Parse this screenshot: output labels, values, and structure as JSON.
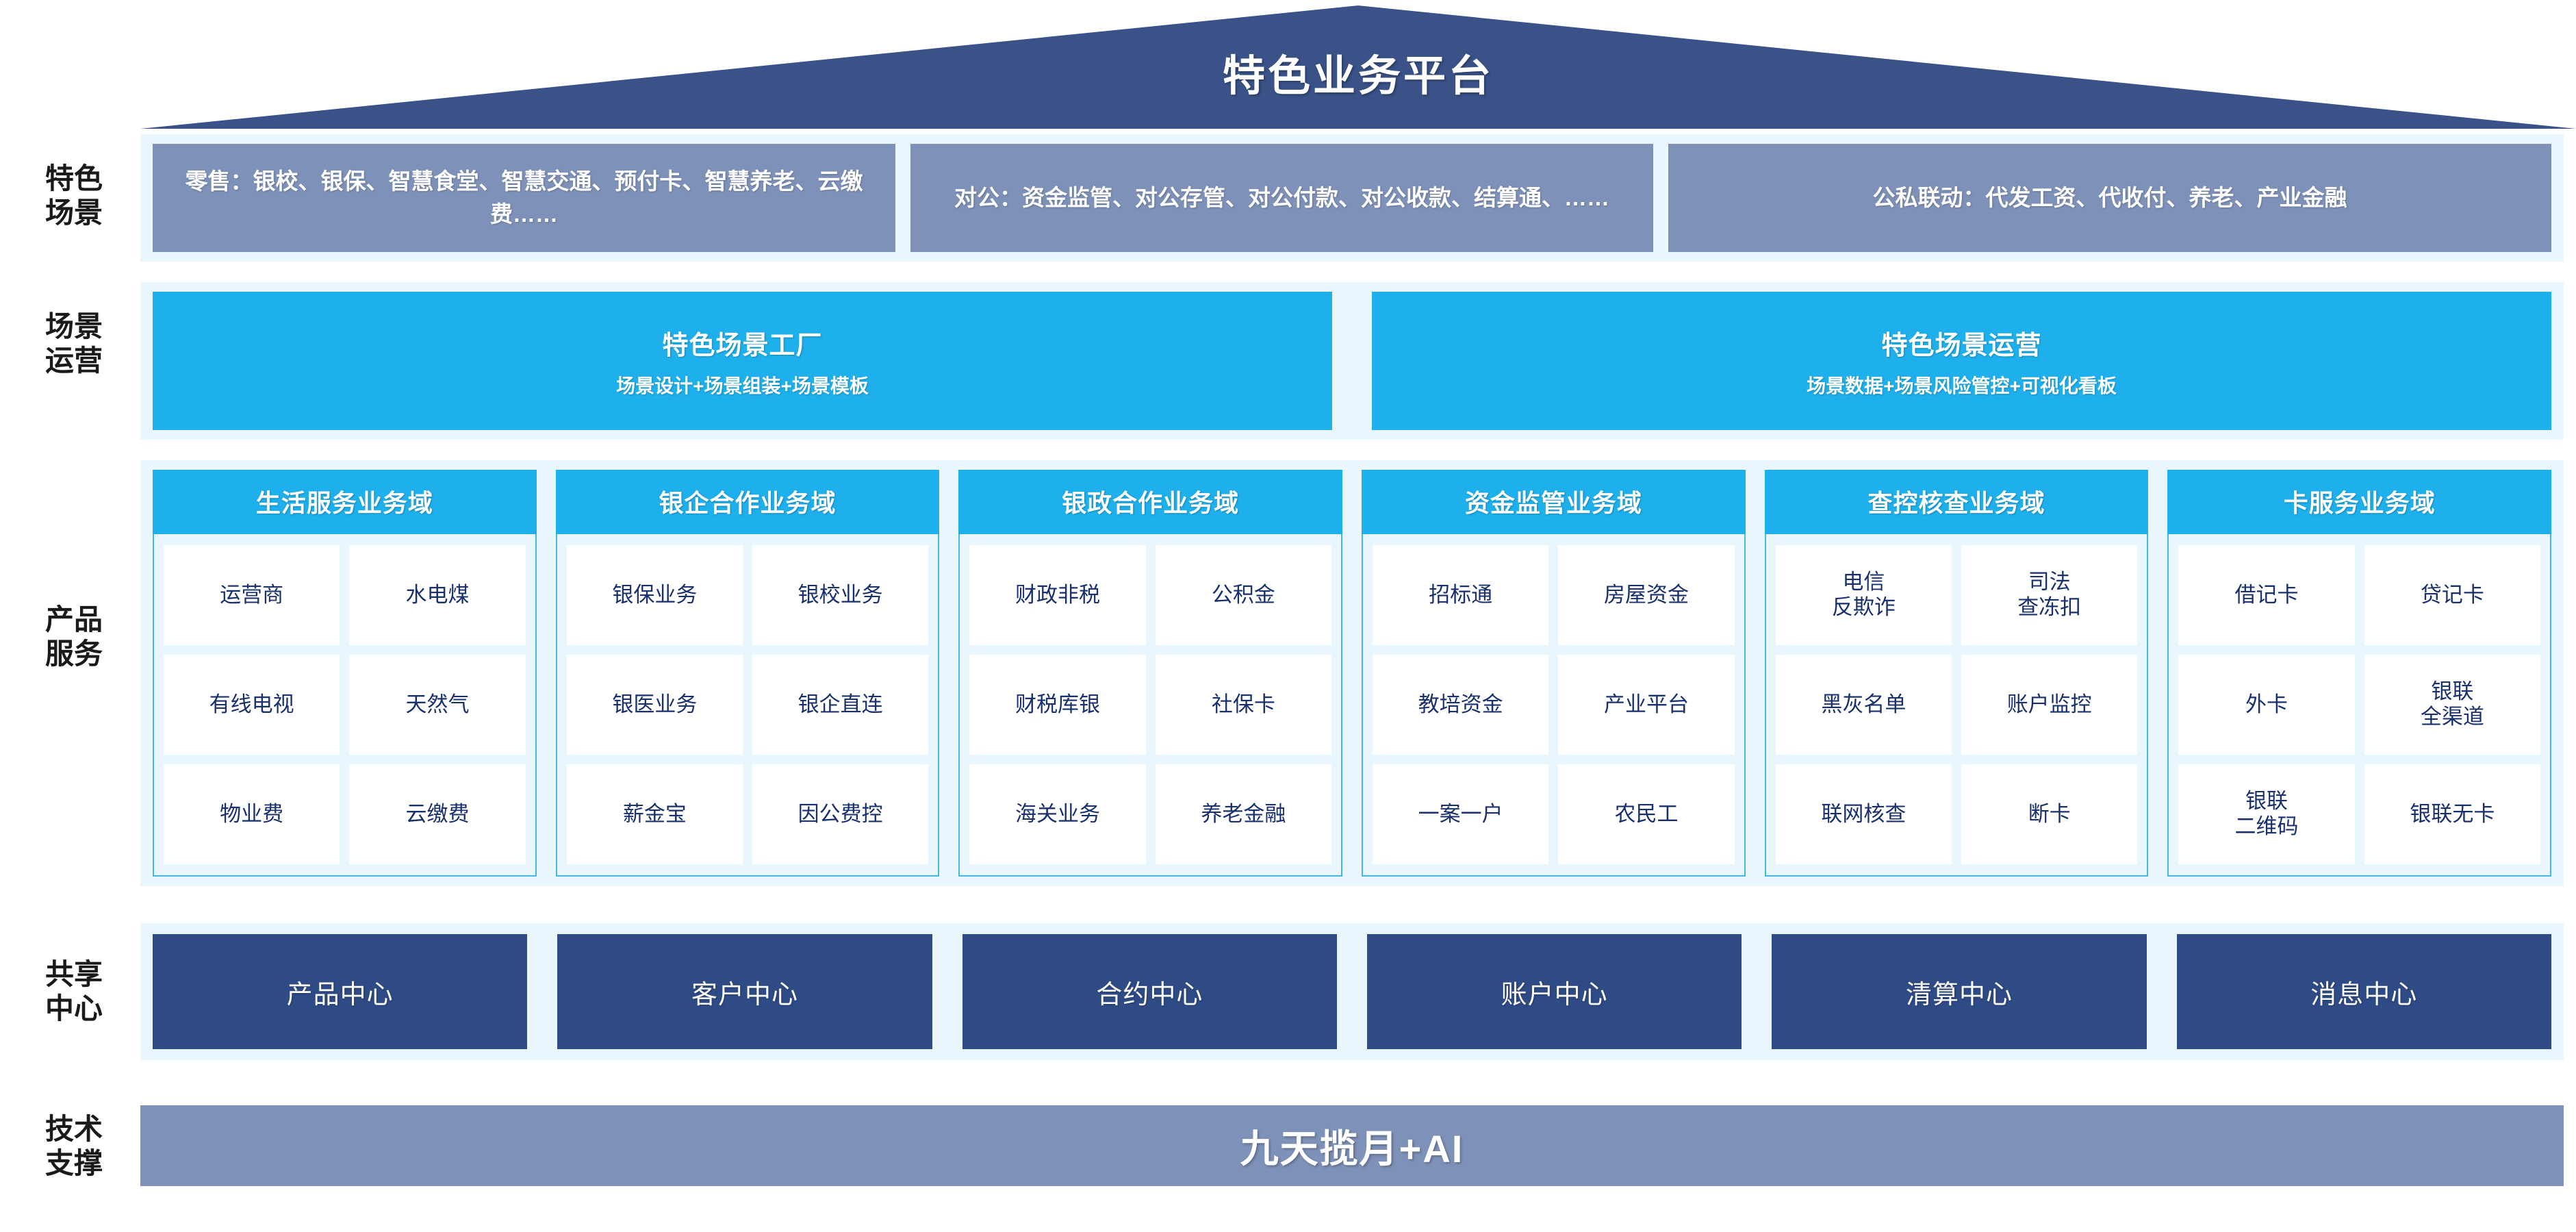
{
  "title": "特色业务平台",
  "row_labels": {
    "scenario": "特色\n场景",
    "operations": "场景\n运营",
    "products": "产品\n服务",
    "shared": "共享\n中心",
    "tech": "技术\n支撑"
  },
  "scenarios": [
    {
      "name": "retail",
      "text": "零售：银校、银保、智慧食堂、智慧交通、预付卡、智慧养老、云缴费……"
    },
    {
      "name": "corporate",
      "text": "对公：资金监管、对公存管、对公付款、对公收款、结算通、……"
    },
    {
      "name": "public-private",
      "text": "公私联动：代发工资、代收付、养老、产业金融"
    }
  ],
  "operations": [
    {
      "title": "特色场景工厂",
      "subtitle": "场景设计+场景组装+场景模板"
    },
    {
      "title": "特色场景运营",
      "subtitle": "场景数据+场景风险管控+可视化看板"
    }
  ],
  "product_domains": [
    {
      "header": "生活服务业务域",
      "items": [
        "运营商",
        "水电煤",
        "有线电视",
        "天然气",
        "物业费",
        "云缴费"
      ]
    },
    {
      "header": "银企合作业务域",
      "items": [
        "银保业务",
        "银校业务",
        "银医业务",
        "银企直连",
        "薪金宝",
        "因公费控"
      ]
    },
    {
      "header": "银政合作业务域",
      "items": [
        "财政非税",
        "公积金",
        "财税库银",
        "社保卡",
        "海关业务",
        "养老金融"
      ]
    },
    {
      "header": "资金监管业务域",
      "items": [
        "招标通",
        "房屋资金",
        "教培资金",
        "产业平台",
        "一案一户",
        "农民工"
      ]
    },
    {
      "header": "查控核查业务域",
      "items": [
        "电信\n反欺诈",
        "司法\n查冻扣",
        "黑灰名单",
        "账户监控",
        "联网核查",
        "断卡"
      ]
    },
    {
      "header": "卡服务业务域",
      "items": [
        "借记卡",
        "贷记卡",
        "外卡",
        "银联\n全渠道",
        "银联\n二维码",
        "银联无卡"
      ]
    }
  ],
  "shared_centers": [
    "产品中心",
    "客户中心",
    "合约中心",
    "账户中心",
    "清算中心",
    "消息中心"
  ],
  "tech_support": "九天揽月+AI",
  "colors": {
    "roof_navy": "#3a5288",
    "panel_pale": "#e9f6fe",
    "scenario_slate": "#7e91b8",
    "cyan": "#1eb0ec",
    "center_navy": "#2f4b86",
    "cell_text": "#19306e",
    "cell_border": "#44b7e8"
  }
}
